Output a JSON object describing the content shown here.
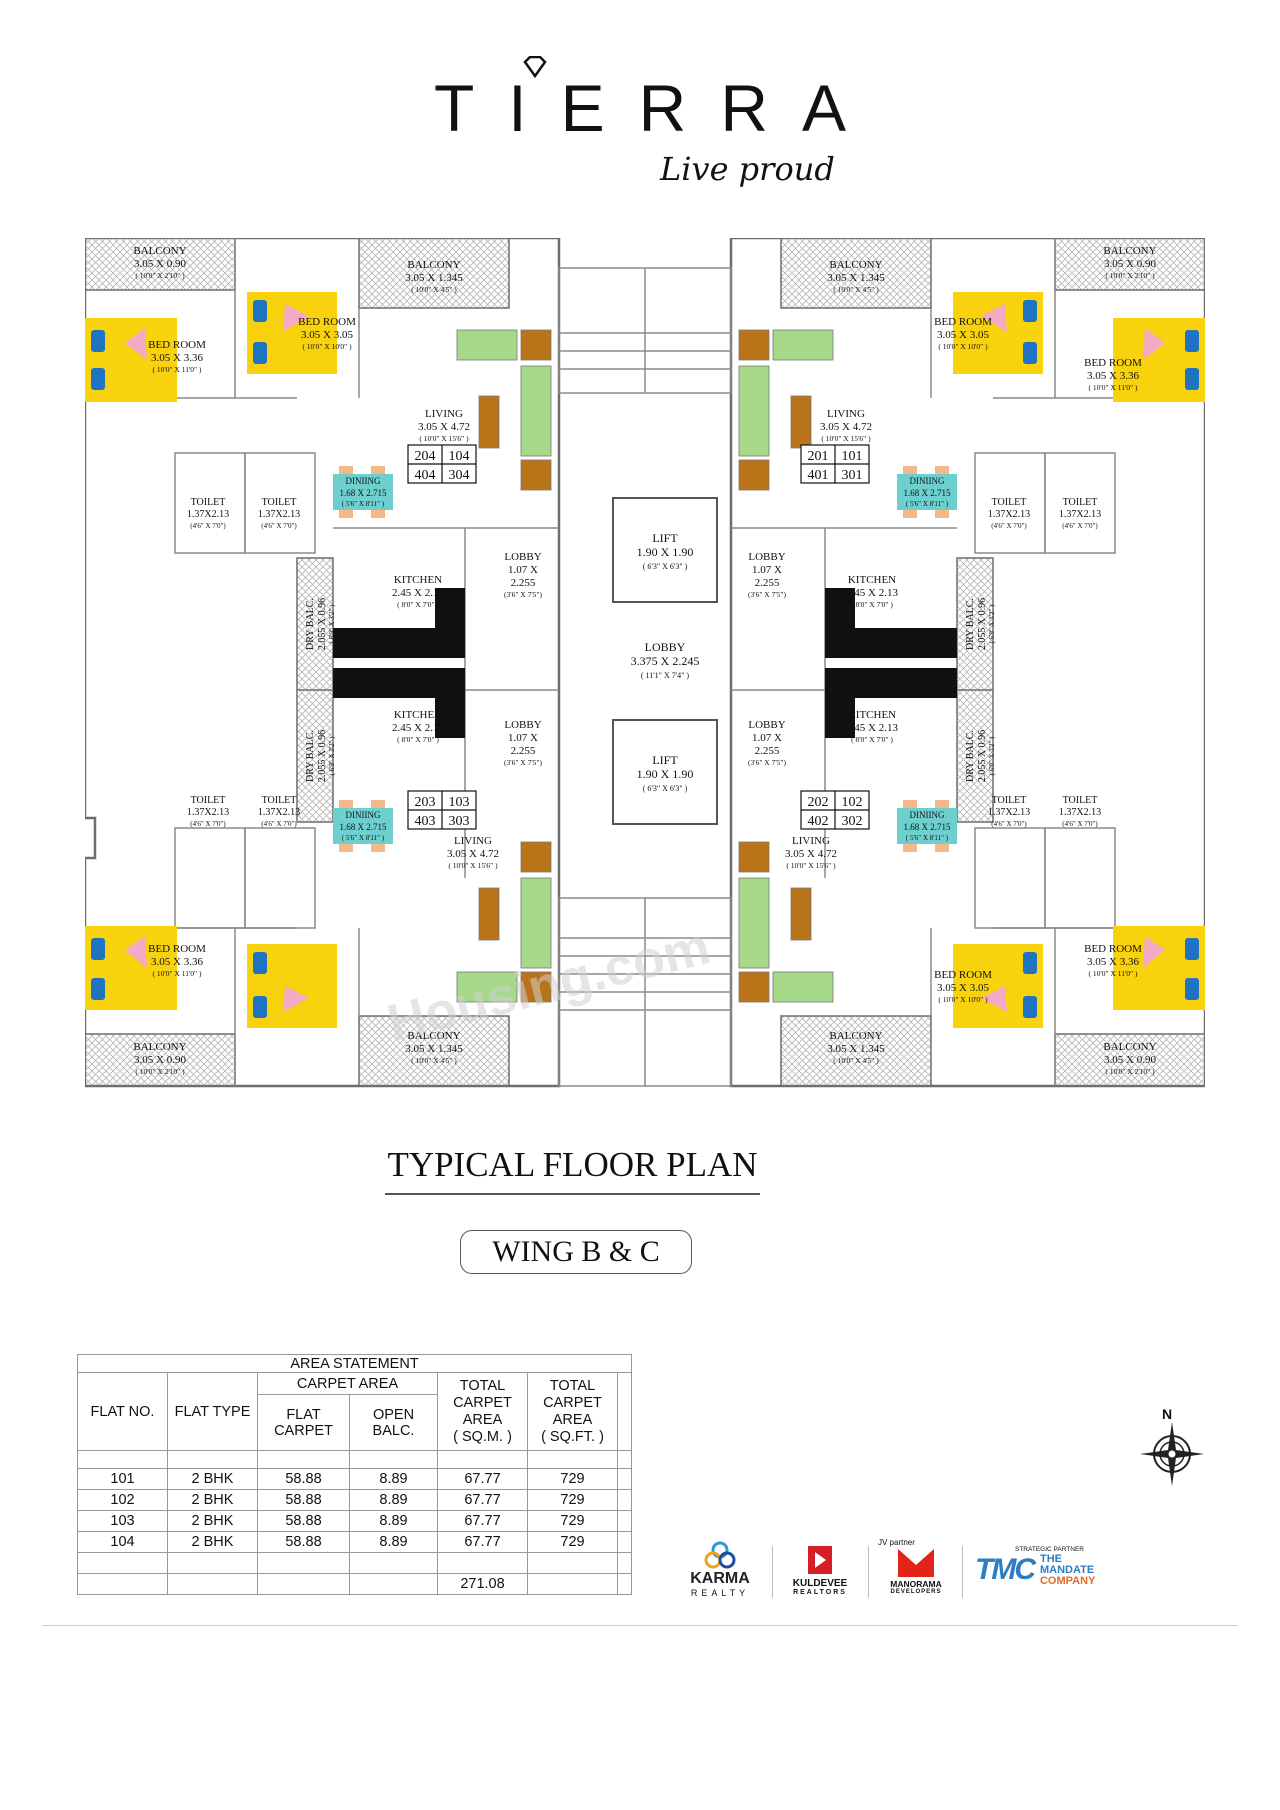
{
  "brand": {
    "name": "TIERRA",
    "tagline": "Live proud"
  },
  "plan": {
    "title": "TYPICAL FLOOR PLAN",
    "wing": "WING B & C",
    "watermark": "Housing.com",
    "core": {
      "lift_top": {
        "name": "LIFT",
        "dim": "1.90 X 1.90",
        "imp": "( 6'3\" X 6'3\" )"
      },
      "lift_bottom": {
        "name": "LIFT",
        "dim": "1.90 X 1.90",
        "imp": "( 6'3\" X 6'3\" )"
      },
      "lobby": {
        "name": "LOBBY",
        "dim": "3.375 X 2.245",
        "imp": "( 11'1\" X 7'4\" )"
      }
    },
    "units": [
      {
        "flats_row1": [
          "204",
          "104"
        ],
        "flats_row2": [
          "404",
          "304"
        ],
        "balcony_small": {
          "name": "BALCONY",
          "dim": "3.05 X 0.90",
          "imp": "( 10'0\" X 2'10\" )"
        },
        "balcony_large": {
          "name": "BALCONY",
          "dim": "3.05 X 1.345",
          "imp": "( 10'0\" X 4'5\" )"
        },
        "bed_a": {
          "name": "BED ROOM",
          "dim": "3.05 X 3.36",
          "imp": "( 10'0\" X 11'0\" )"
        },
        "bed_b": {
          "name": "BED ROOM",
          "dim": "3.05 X 3.05",
          "imp": "( 10'0\" X 10'0\" )"
        },
        "living": {
          "name": "LIVING",
          "dim": "3.05 X 4.72",
          "imp": "( 10'0\" X 15'6\" )"
        },
        "dining": {
          "name": "DINIING",
          "dim": "1.68 X 2.715",
          "imp": "( 5'6\" X 8'11\" )"
        },
        "toilet_a": {
          "name": "TOILET",
          "dim": "1.37X2.13",
          "imp": "(4'6\" X 7'0\")"
        },
        "toilet_b": {
          "name": "TOILET",
          "dim": "1.37X2.13",
          "imp": "(4'6\" X 7'0\")"
        },
        "kitchen": {
          "name": "KITCHEN",
          "dim": "2.45 X 2.13",
          "imp": "( 8'0\" X 7'0\" )"
        },
        "lobby": {
          "name": "LOBBY",
          "dim1": "1.07 X",
          "dim2": "2.255",
          "imp": "(3'6\" X 7'5\")"
        },
        "dry": {
          "name": "DRY BALC.",
          "dim": "2.055 X 0.96",
          "imp": "( 6'9\" X 3'2\" )"
        }
      },
      {
        "flats_row1": [
          "201",
          "101"
        ],
        "flats_row2": [
          "401",
          "301"
        ],
        "balcony_small": {
          "name": "BALCONY",
          "dim": "3.05 X 0.90",
          "imp": "( 10'0\" X 2'10\" )"
        },
        "balcony_large": {
          "name": "BALCONY",
          "dim": "3.05 X 1.345",
          "imp": "( 10'0\" X 4'5\" )"
        },
        "bed_a": {
          "name": "BED ROOM",
          "dim": "3.05 X 3.36",
          "imp": "( 10'0\" X 11'0\" )"
        },
        "bed_b": {
          "name": "BED ROOM",
          "dim": "3.05 X 3.05",
          "imp": "( 10'0\" X 10'0\" )"
        },
        "living": {
          "name": "LIVING",
          "dim": "3.05 X 4.72",
          "imp": "( 10'0\" X 15'6\" )"
        },
        "dining": {
          "name": "DINIING",
          "dim": "1.68 X 2.715",
          "imp": "( 5'6\" X 8'11\" )"
        },
        "toilet_a": {
          "name": "TOILET",
          "dim": "1.37X2.13",
          "imp": "(4'6\" X 7'0\")"
        },
        "toilet_b": {
          "name": "TOILET",
          "dim": "1.37X2.13",
          "imp": "(4'6\" X 7'0\")"
        },
        "kitchen": {
          "name": "KITCHEN",
          "dim": "2.45 X 2.13",
          "imp": "( 8'0\" X 7'0\" )"
        },
        "lobby": {
          "name": "LOBBY",
          "dim1": "1.07 X",
          "dim2": "2.255",
          "imp": "(3'6\" X 7'5\")"
        },
        "dry": {
          "name": "DRY BALC.",
          "dim": "2.055 X 0.96",
          "imp": "( 6'9\" X 3'2\" )"
        }
      },
      {
        "flats_row1": [
          "203",
          "103"
        ],
        "flats_row2": [
          "403",
          "303"
        ],
        "balcony_small": {
          "name": "BALCONY",
          "dim": "3.05 X 0.90",
          "imp": "( 10'0\" X 2'10\" )"
        },
        "balcony_large": {
          "name": "BALCONY",
          "dim": "3.05 X 1.345",
          "imp": "( 10'0\" X 4'5\" )"
        },
        "bed_a": {
          "name": "BED ROOM",
          "dim": "3.05 X 3.36",
          "imp": "( 10'0\" X 11'0\" )"
        },
        "living": {
          "name": "LIVING",
          "dim": "3.05 X 4.72",
          "imp": "( 10'0\" X 15'6\" )"
        },
        "dining": {
          "name": "DINIING",
          "dim": "1.68 X 2.715",
          "imp": "( 5'6\" X 8'11\" )"
        },
        "toilet_a": {
          "name": "TOILET",
          "dim": "1.37X2.13",
          "imp": "(4'6\" X 7'0\")"
        },
        "toilet_b": {
          "name": "TOILET",
          "dim": "1.37X2.13",
          "imp": "(4'6\" X 7'0\")"
        },
        "kitchen": {
          "name": "KITCHEN",
          "dim": "2.45 X 2.13",
          "imp": "( 8'0\" X 7'0\" )"
        },
        "lobby": {
          "name": "LOBBY",
          "dim1": "1.07 X",
          "dim2": "2.255",
          "imp": "(3'6\" X 7'5\")"
        },
        "dry": {
          "name": "DRY BALC.",
          "dim": "2.055 X 0.96",
          "imp": "( 6'9\" X 3'2\" )"
        }
      },
      {
        "flats_row1": [
          "202",
          "102"
        ],
        "flats_row2": [
          "402",
          "302"
        ],
        "balcony_small": {
          "name": "BALCONY",
          "dim": "3.05 X 0.90",
          "imp": "( 10'0\" X 2'10\" )"
        },
        "balcony_large": {
          "name": "BALCONY",
          "dim": "3.05 X 1.345",
          "imp": "( 10'0\" X 4'5\" )"
        },
        "bed_a": {
          "name": "BED ROOM",
          "dim": "3.05 X 3.36",
          "imp": "( 10'0\" X 11'0\" )"
        },
        "bed_b": {
          "name": "BED ROOM",
          "dim": "3.05 X 3.05",
          "imp": "( 10'0\" X 10'0\" )"
        },
        "living": {
          "name": "LIVING",
          "dim": "3.05 X 4.72",
          "imp": "( 10'0\" X 15'6\" )"
        },
        "dining": {
          "name": "DINIING",
          "dim": "1.68 X 2.715",
          "imp": "( 5'6\" X 8'11\" )"
        },
        "toilet_a": {
          "name": "TOILET",
          "dim": "1.37X2.13",
          "imp": "(4'6\" X 7'0\")"
        },
        "toilet_b": {
          "name": "TOILET",
          "dim": "1.37X2.13",
          "imp": "(4'6\" X 7'0\")"
        },
        "kitchen": {
          "name": "KITCHEN",
          "dim": "2.45 X 2.13",
          "imp": "( 8'0\" X 7'0\" )"
        },
        "lobby": {
          "name": "LOBBY",
          "dim1": "1.07 X",
          "dim2": "2.255",
          "imp": "(3'6\" X 7'5\")"
        },
        "dry": {
          "name": "DRY BALC.",
          "dim": "2.055 X 0.96",
          "imp": "( 6'9\" X 3'2\" )"
        }
      }
    ]
  },
  "area_statement": {
    "title": "AREA STATEMENT",
    "carpet_group": "CARPET AREA",
    "headers": {
      "flat_no": "FLAT NO.",
      "flat_type": "FLAT TYPE",
      "flat_carpet_1": "FLAT",
      "flat_carpet_2": "CARPET",
      "open_balc_1": "OPEN",
      "open_balc_2": "BALC.",
      "total_sqm_1": "TOTAL",
      "total_sqm_2": "CARPET",
      "total_sqm_3": "AREA",
      "total_sqm_4": "( SQ.M. )",
      "total_sqft_1": "TOTAL",
      "total_sqft_2": "CARPET",
      "total_sqft_3": "AREA",
      "total_sqft_4": "( SQ.FT. )"
    },
    "rows": [
      [
        "101",
        "2 BHK",
        "58.88",
        "8.89",
        "67.77",
        "729"
      ],
      [
        "102",
        "2 BHK",
        "58.88",
        "8.89",
        "67.77",
        "729"
      ],
      [
        "103",
        "2 BHK",
        "58.88",
        "8.89",
        "67.77",
        "729"
      ],
      [
        "104",
        "2 BHK",
        "58.88",
        "8.89",
        "67.77",
        "729"
      ]
    ],
    "total": "271.08"
  },
  "compass": {
    "north": "N"
  },
  "partners": {
    "karma_1": "KARMA",
    "karma_2": "REALTY",
    "kuldevee_1": "KULDEVEE",
    "kuldevee_2": "REALTORS",
    "jv_label": "JV partner",
    "manorama_1": "MANORAMA",
    "manorama_2": "DEVELOPERS",
    "strategic_label": "STRATEGIC PARTNER",
    "tmc_mark": "TMC",
    "tmc_1": "THE",
    "tmc_2": "MANDATE",
    "tmc_3": "COMPANY"
  },
  "colors": {
    "bed": "#f8d20c",
    "pillow": "#1e73c2",
    "sofa": "#a6d98a",
    "wood": "#b9741a",
    "dining": "#6ecfcf",
    "wall": "#6d6d6d"
  }
}
